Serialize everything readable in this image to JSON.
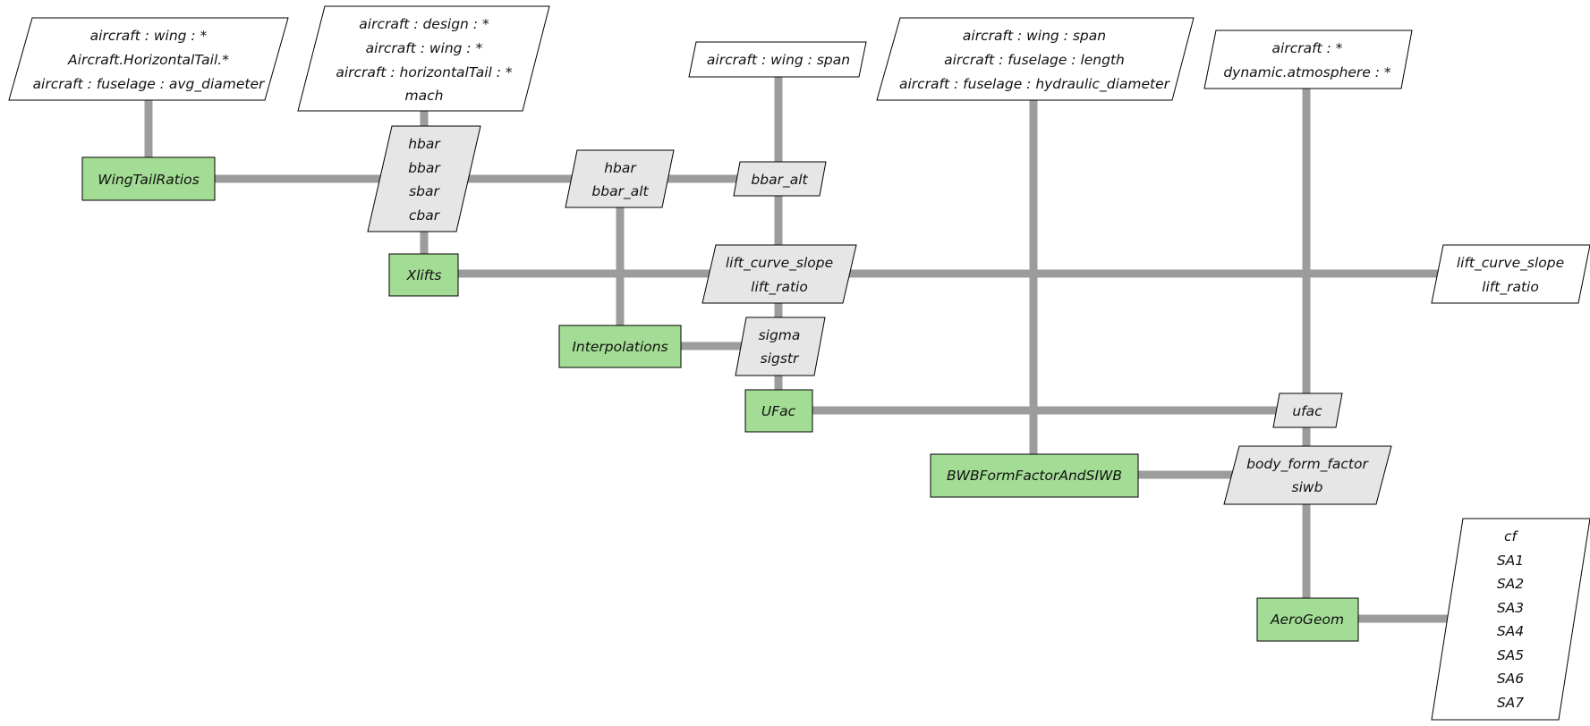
{
  "components": {
    "wingtailratios": "WingTailRatios",
    "xlifts": "Xlifts",
    "interpolations": "Interpolations",
    "ufac": "UFac",
    "bwbformfactorandsiwb": "BWBFormFactorAndSIWB",
    "aerogeom": "AeroGeom"
  },
  "inputs": {
    "wingtailratios": [
      "aircraft : wing : *",
      "Aircraft.HorizontalTail.*",
      "aircraft : fuselage : avg_diameter"
    ],
    "xlifts": [
      "aircraft : design : *",
      "aircraft : wing : *",
      "aircraft : horizontalTail : *",
      "mach"
    ],
    "ufac": [
      "aircraft : wing : span"
    ],
    "bwbformfactorandsiwb": [
      "aircraft : wing : span",
      "aircraft : fuselage : length",
      "aircraft : fuselage : hydraulic_diameter"
    ],
    "aerogeom": [
      "aircraft : *",
      "dynamic.atmosphere : *"
    ]
  },
  "couplings": {
    "wingtailratios_to_xlifts": [
      "hbar",
      "bbar",
      "sbar",
      "cbar"
    ],
    "wingtailratios_to_interpolations": [
      "hbar",
      "bbar_alt"
    ],
    "wingtailratios_to_ufac": [
      "bbar_alt"
    ],
    "xlifts_to_ufac": [
      "lift_curve_slope",
      "lift_ratio"
    ],
    "interpolations_to_ufac": [
      "sigma",
      "sigstr"
    ],
    "ufac_to_aerogeom": [
      "ufac"
    ],
    "bwbformfactorandsiwb_to_aerogeom": [
      "body_form_factor",
      "siwb"
    ]
  },
  "outputs": {
    "xlifts": [
      "lift_curve_slope",
      "lift_ratio"
    ],
    "aerogeom": [
      "cf",
      "SA1",
      "SA2",
      "SA3",
      "SA4",
      "SA5",
      "SA6",
      "SA7"
    ]
  }
}
